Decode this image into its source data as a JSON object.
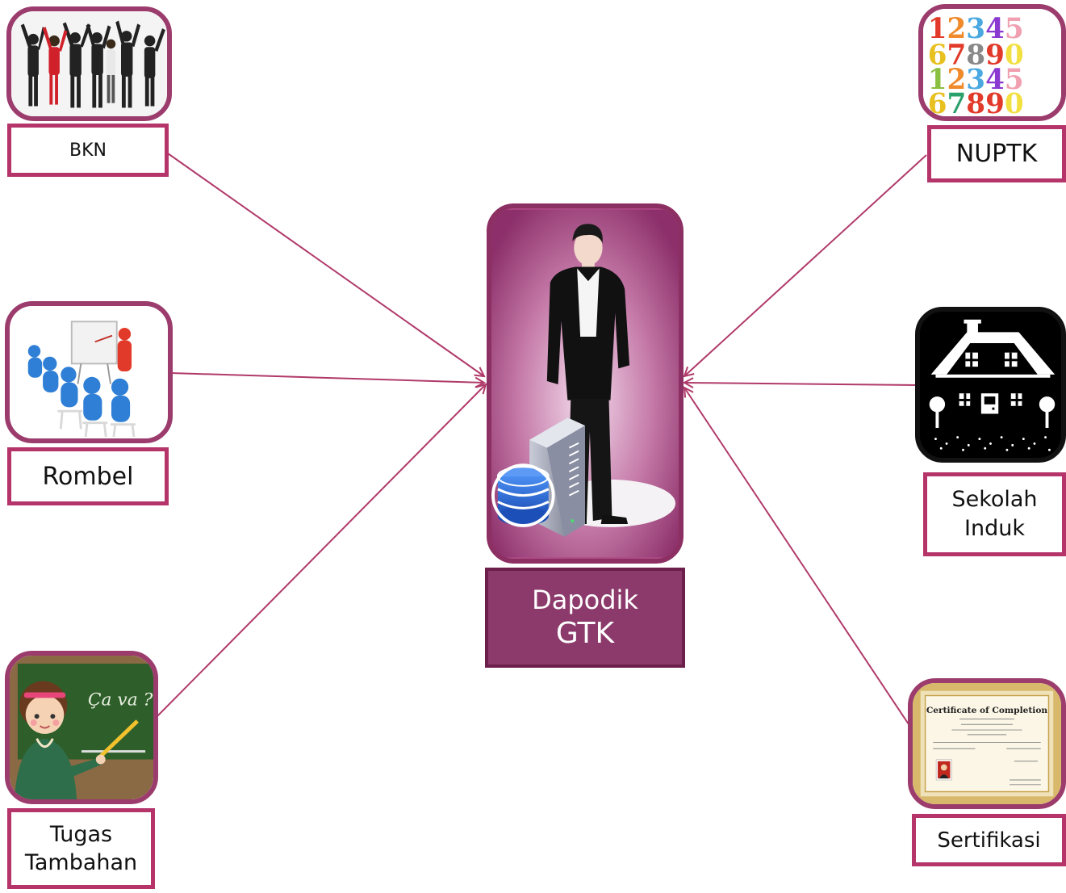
{
  "center": {
    "label_line1": "Dapodik",
    "label_line2": "GTK",
    "image_icon": "businessman-with-database-server-icon"
  },
  "nodes": {
    "bkn": {
      "label": "BKN",
      "image_icon": "cheering-business-people-icon"
    },
    "rombel": {
      "label": "Rombel",
      "image_icon": "classroom-presentation-icon"
    },
    "tugas_tambahan": {
      "label_line1": "Tugas",
      "label_line2": "Tambahan",
      "image_icon": "teacher-at-chalkboard-icon"
    },
    "nuptk": {
      "label": "NUPTK",
      "image_icon": "colorful-numbers-icon",
      "numbers_row1": "12345",
      "numbers_row2": "67890",
      "numbers_row3": "12345",
      "numbers_row4": "67890"
    },
    "sekolah_induk": {
      "label_line1": "Sekolah",
      "label_line2": "Induk",
      "image_icon": "school-house-icon"
    },
    "sertifikasi": {
      "label": "Sertifikasi",
      "image_icon": "certificate-of-completion-icon",
      "certificate_title": "Certificate of Completion"
    }
  },
  "chalkboard_text": "Ça va ?",
  "colors": {
    "border": "#9b3c6d",
    "label_border": "#b5346a",
    "connector": "#b03a6a",
    "center_fill": "#8c3a6b"
  }
}
